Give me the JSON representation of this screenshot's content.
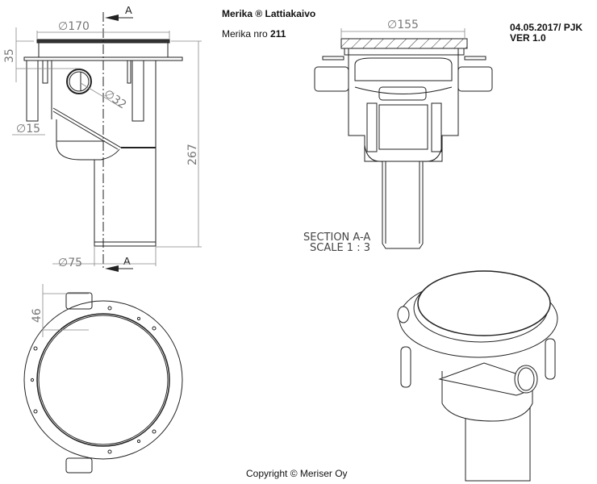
{
  "header": {
    "title": "Merika ® Lattiakaivo",
    "subtitle_prefix": "Merika nro ",
    "subtitle_number": "211",
    "date_author": "04.05.2017/ PJK",
    "version": "VER 1.0"
  },
  "front_view": {
    "section_marker_top": "A",
    "section_marker_bottom": "A",
    "dimensions": {
      "top_diameter": "∅170",
      "height_flange": "35",
      "side_outlet_diameter": "∅32",
      "leg_diameter": "∅15",
      "total_height": "267",
      "outlet_pipe_diameter": "∅75"
    }
  },
  "section_view": {
    "dimension_top": "∅155",
    "label_line1": "SECTION A-A",
    "label_line2": "SCALE 1 : 3"
  },
  "top_view": {
    "dimension": "46"
  },
  "footer": {
    "copyright": "Copyright © Meriser Oy"
  },
  "colors": {
    "line": "#222222",
    "dimension": "#777777",
    "background": "#ffffff"
  }
}
